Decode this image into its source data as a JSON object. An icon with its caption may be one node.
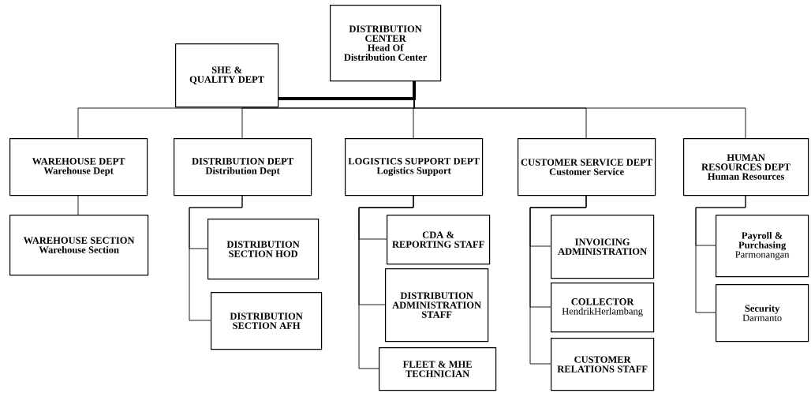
{
  "diagram": {
    "nodes": [
      {
        "text": [
          "DISTRIBUTION CENTER",
          "Head Of Distribution Center"
        ]
      },
      {
        "text": [
          "SHE & QUALITY DEPT"
        ]
      },
      {
        "text": [
          "WAREHOUSE DEPT",
          "Warehouse Dept"
        ]
      },
      {
        "text": [
          "DISTRIBUTION DEPT",
          "Distribution Dept"
        ]
      },
      {
        "text": [
          "LOGISTICS SUPPORT DEPT",
          "Logistics Support"
        ]
      },
      {
        "text": [
          "CUSTOMER SERVICE DEPT",
          "Customer Service"
        ]
      },
      {
        "text": [
          "HUMAN RESOURCES DEPT",
          "Human Resources"
        ]
      },
      {
        "text": [
          "WAREHOUSE SECTION",
          "Warehouse Section"
        ]
      },
      {
        "text": [
          "DISTRIBUTION SECTION HOD"
        ]
      },
      {
        "text": [
          "DISTRIBUTION SECTION AFH"
        ]
      },
      {
        "text": [
          "CDA & REPORTING STAFF"
        ]
      },
      {
        "text": [
          "DISTRIBUTION ADMINISTRATION STAFF"
        ]
      },
      {
        "text": [
          "FLEET & MHE TECHNICIAN"
        ]
      },
      {
        "text": [
          "INVOICING ADMINISTRATION"
        ]
      },
      {
        "text": [
          "COLLECTOR",
          "HendrikHerlambang"
        ]
      },
      {
        "text": [
          "CUSTOMER RELATIONS STAFF"
        ]
      },
      {
        "text": [
          "Payroll & Purchasing",
          "Parmonangan"
        ]
      },
      {
        "text": [
          "Security",
          "Darmanto"
        ]
      }
    ],
    "edges": [
      {
        "from": 0,
        "to": 1,
        "arrow": "none",
        "style": "thick"
      },
      {
        "from": 0,
        "to": 2,
        "arrow": "none"
      },
      {
        "from": 0,
        "to": 3,
        "arrow": "none"
      },
      {
        "from": 0,
        "to": 4,
        "arrow": "none"
      },
      {
        "from": 0,
        "to": 5,
        "arrow": "none"
      },
      {
        "from": 0,
        "to": 6,
        "arrow": "none"
      },
      {
        "from": 2,
        "to": 7,
        "arrow": "none"
      },
      {
        "from": 3,
        "to": 8,
        "arrow": "none"
      },
      {
        "from": 3,
        "to": 9,
        "arrow": "none"
      },
      {
        "from": 4,
        "to": 10,
        "arrow": "none"
      },
      {
        "from": 4,
        "to": 11,
        "arrow": "none"
      },
      {
        "from": 4,
        "to": 12,
        "arrow": "none"
      },
      {
        "from": 5,
        "to": 13,
        "arrow": "none"
      },
      {
        "from": 5,
        "to": 14,
        "arrow": "none"
      },
      {
        "from": 5,
        "to": 15,
        "arrow": "none"
      },
      {
        "from": 6,
        "to": 16,
        "arrow": "none"
      },
      {
        "from": 6,
        "to": 17,
        "arrow": "none"
      }
    ]
  }
}
